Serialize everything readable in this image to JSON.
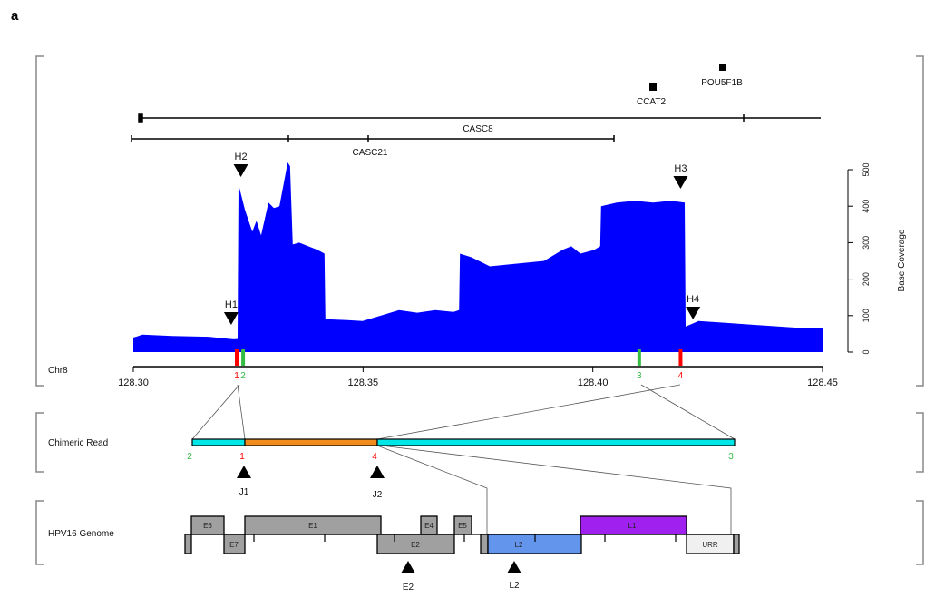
{
  "panel_label": "a",
  "track_labels": {
    "chr": "Chr8",
    "read": "Chimeric Read",
    "hpv": "HPV16 Genome"
  },
  "genes": {
    "casc8": "CASC8",
    "casc21": "CASC21",
    "ccat2": "CCAT2",
    "pou5f1b": "POU5F1B"
  },
  "chart_data": {
    "type": "area",
    "title": "",
    "xlabel": "",
    "ylabel": "Base Coverage",
    "xlim": [
      128.3,
      128.45
    ],
    "ylim": [
      0,
      500
    ],
    "x_ticks": [
      "128.30",
      "128.35",
      "128.40",
      "128.45"
    ],
    "y_ticks": [
      "0",
      "100",
      "200",
      "300",
      "400",
      "500"
    ],
    "color": "#0000ff",
    "coverage": [
      [
        128.3,
        40
      ],
      [
        128.3006,
        42
      ],
      [
        128.302,
        48
      ],
      [
        128.3085,
        44
      ],
      [
        128.3164,
        42
      ],
      [
        128.3219,
        35
      ],
      [
        128.3227,
        36
      ],
      [
        128.3229,
        460
      ],
      [
        128.3243,
        390
      ],
      [
        128.3259,
        330
      ],
      [
        128.3268,
        360
      ],
      [
        128.3278,
        320
      ],
      [
        128.3294,
        410
      ],
      [
        128.3306,
        395
      ],
      [
        128.3318,
        400
      ],
      [
        128.333,
        480
      ],
      [
        128.3336,
        520
      ],
      [
        128.3341,
        510
      ],
      [
        128.3347,
        295
      ],
      [
        128.3361,
        300
      ],
      [
        128.3381,
        290
      ],
      [
        128.3401,
        280
      ],
      [
        128.3416,
        270
      ],
      [
        128.3418,
        90
      ],
      [
        128.346,
        88
      ],
      [
        128.3499,
        85
      ],
      [
        128.3539,
        100
      ],
      [
        128.3578,
        115
      ],
      [
        128.3618,
        108
      ],
      [
        128.3657,
        115
      ],
      [
        128.3697,
        110
      ],
      [
        128.3709,
        115
      ],
      [
        128.3711,
        270
      ],
      [
        128.3736,
        260
      ],
      [
        128.3776,
        235
      ],
      [
        128.3815,
        240
      ],
      [
        128.3855,
        245
      ],
      [
        128.3894,
        250
      ],
      [
        128.3934,
        280
      ],
      [
        128.3953,
        290
      ],
      [
        128.3973,
        270
      ],
      [
        128.4003,
        280
      ],
      [
        128.4016,
        290
      ],
      [
        128.4018,
        400
      ],
      [
        128.4052,
        410
      ],
      [
        128.4091,
        415
      ],
      [
        128.4131,
        410
      ],
      [
        128.417,
        415
      ],
      [
        128.42,
        410
      ],
      [
        128.4202,
        70
      ],
      [
        128.423,
        85
      ],
      [
        128.4289,
        80
      ],
      [
        128.4348,
        75
      ],
      [
        128.4407,
        70
      ],
      [
        128.4466,
        65
      ],
      [
        128.45,
        65
      ]
    ],
    "annotations": [
      {
        "label": "H1",
        "x": 128.3213,
        "dir": "down"
      },
      {
        "label": "H2",
        "x": 128.3234,
        "dir": "down"
      },
      {
        "label": "H3",
        "x": 128.4191,
        "dir": "down"
      },
      {
        "label": "H4",
        "x": 128.4218,
        "dir": "down"
      }
    ],
    "breakpoints": [
      {
        "label": "1",
        "x": 128.3225,
        "color": "#ff0000"
      },
      {
        "label": "2",
        "x": 128.3239,
        "color": "#33bb44"
      },
      {
        "label": "3",
        "x": 128.4101,
        "color": "#33bb44"
      },
      {
        "label": "4",
        "x": 128.4191,
        "color": "#ff0000"
      }
    ]
  },
  "chimeric_read": {
    "ends": {
      "left": "2",
      "j1": "1",
      "j2": "4",
      "right": "3"
    },
    "junctions": [
      "J1",
      "J2"
    ],
    "colors": {
      "human": "#00e5e5",
      "hpv": "#f08c1e"
    }
  },
  "hpv_genes": [
    {
      "name": "E6",
      "color": "#a0a0a0"
    },
    {
      "name": "E7",
      "color": "#a0a0a0"
    },
    {
      "name": "E1",
      "color": "#a0a0a0"
    },
    {
      "name": "E2",
      "color": "#a0a0a0"
    },
    {
      "name": "E4",
      "color": "#a0a0a0"
    },
    {
      "name": "E5",
      "color": "#a0a0a0"
    },
    {
      "name": "L2",
      "color": "#6495ed"
    },
    {
      "name": "L1",
      "color": "#a020f0"
    },
    {
      "name": "URR",
      "color": "#f0f0f0"
    }
  ],
  "hpv_markers": [
    "E2",
    "L2"
  ]
}
